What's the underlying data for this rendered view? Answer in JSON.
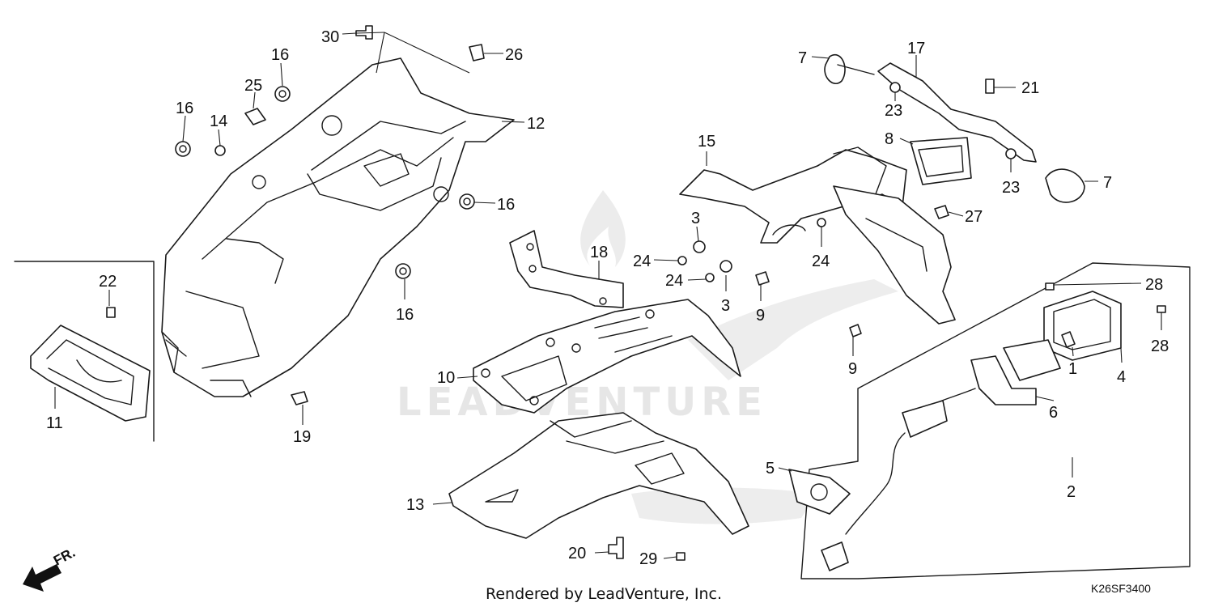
{
  "watermark": "LEADVENTURE",
  "footer": {
    "credit": "Rendered by LeadVenture, Inc.",
    "diagram_code": "K26SF3400",
    "direction_label": "FR."
  },
  "callouts": [
    {
      "id": "c30",
      "label": "30"
    },
    {
      "id": "c26",
      "label": "26"
    },
    {
      "id": "c16a",
      "label": "16"
    },
    {
      "id": "c25",
      "label": "25"
    },
    {
      "id": "c16b",
      "label": "16"
    },
    {
      "id": "c14",
      "label": "14"
    },
    {
      "id": "c12",
      "label": "12"
    },
    {
      "id": "c16c",
      "label": "16"
    },
    {
      "id": "c16d",
      "label": "16"
    },
    {
      "id": "c22",
      "label": "22"
    },
    {
      "id": "c11",
      "label": "11"
    },
    {
      "id": "c19",
      "label": "19"
    },
    {
      "id": "c18",
      "label": "18"
    },
    {
      "id": "c10",
      "label": "10"
    },
    {
      "id": "c13",
      "label": "13"
    },
    {
      "id": "c20",
      "label": "20"
    },
    {
      "id": "c29",
      "label": "29"
    },
    {
      "id": "c15",
      "label": "15"
    },
    {
      "id": "c3a",
      "label": "3"
    },
    {
      "id": "c24a",
      "label": "24"
    },
    {
      "id": "c24b",
      "label": "24"
    },
    {
      "id": "c3b",
      "label": "3"
    },
    {
      "id": "c9a",
      "label": "9"
    },
    {
      "id": "c24c",
      "label": "24"
    },
    {
      "id": "c9b",
      "label": "9"
    },
    {
      "id": "c7a",
      "label": "7"
    },
    {
      "id": "c17",
      "label": "17"
    },
    {
      "id": "c21",
      "label": "21"
    },
    {
      "id": "c23a",
      "label": "23"
    },
    {
      "id": "c8",
      "label": "8"
    },
    {
      "id": "c23b",
      "label": "23"
    },
    {
      "id": "c7b",
      "label": "7"
    },
    {
      "id": "c27",
      "label": "27"
    },
    {
      "id": "c28a",
      "label": "28"
    },
    {
      "id": "c28b",
      "label": "28"
    },
    {
      "id": "c1",
      "label": "1"
    },
    {
      "id": "c4",
      "label": "4"
    },
    {
      "id": "c6",
      "label": "6"
    },
    {
      "id": "c5",
      "label": "5"
    },
    {
      "id": "c2",
      "label": "2"
    }
  ]
}
